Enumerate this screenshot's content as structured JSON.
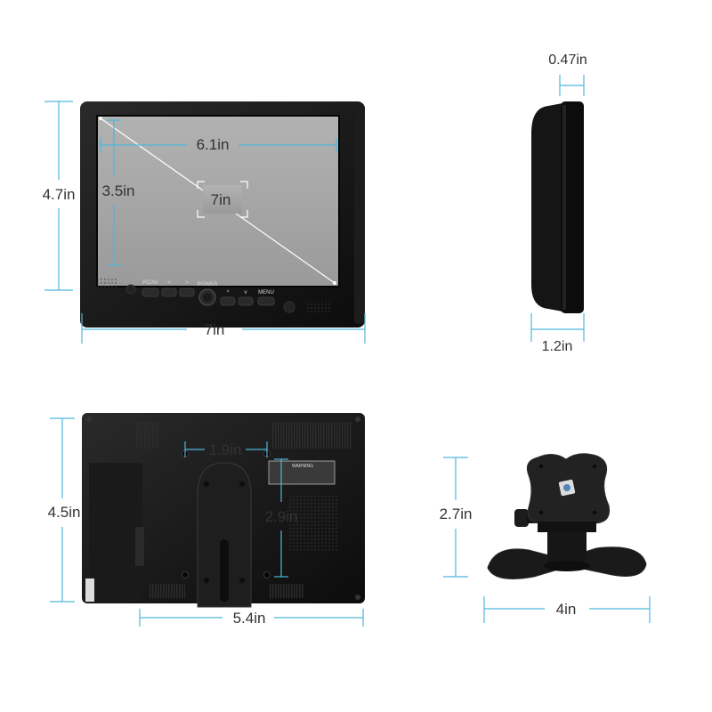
{
  "colors": {
    "dimension_line": "#4fb6dc",
    "device_body": "#111111",
    "screen": "#a4a4a4",
    "background": "#ffffff"
  },
  "front_view": {
    "diagonal": "7in",
    "screen_width": "6.1in",
    "screen_height": "3.5in",
    "height": "4.7in",
    "width": "7in",
    "buttons": [
      {
        "label": "PC/AV",
        "icon": "mode-icon"
      },
      {
        "label": "<",
        "icon": "left-arrow-icon"
      },
      {
        "label": ">",
        "icon": "right-arrow-icon"
      },
      {
        "label": "POWER",
        "icon": "power-icon"
      },
      {
        "label": "^",
        "icon": "up-arrow-icon"
      },
      {
        "label": "v",
        "icon": "down-arrow-icon"
      },
      {
        "label": "MENU",
        "icon": "menu-icon"
      }
    ]
  },
  "side_view": {
    "depth_top": "0.47in",
    "depth_bottom": "1.2in"
  },
  "back_view": {
    "mount_spacing": "1.9in",
    "mount_height": "2.9in",
    "height": "4.5in",
    "width": "5.4in",
    "warning_label": "WARNING"
  },
  "stand_view": {
    "height": "2.7in",
    "width": "4in"
  }
}
